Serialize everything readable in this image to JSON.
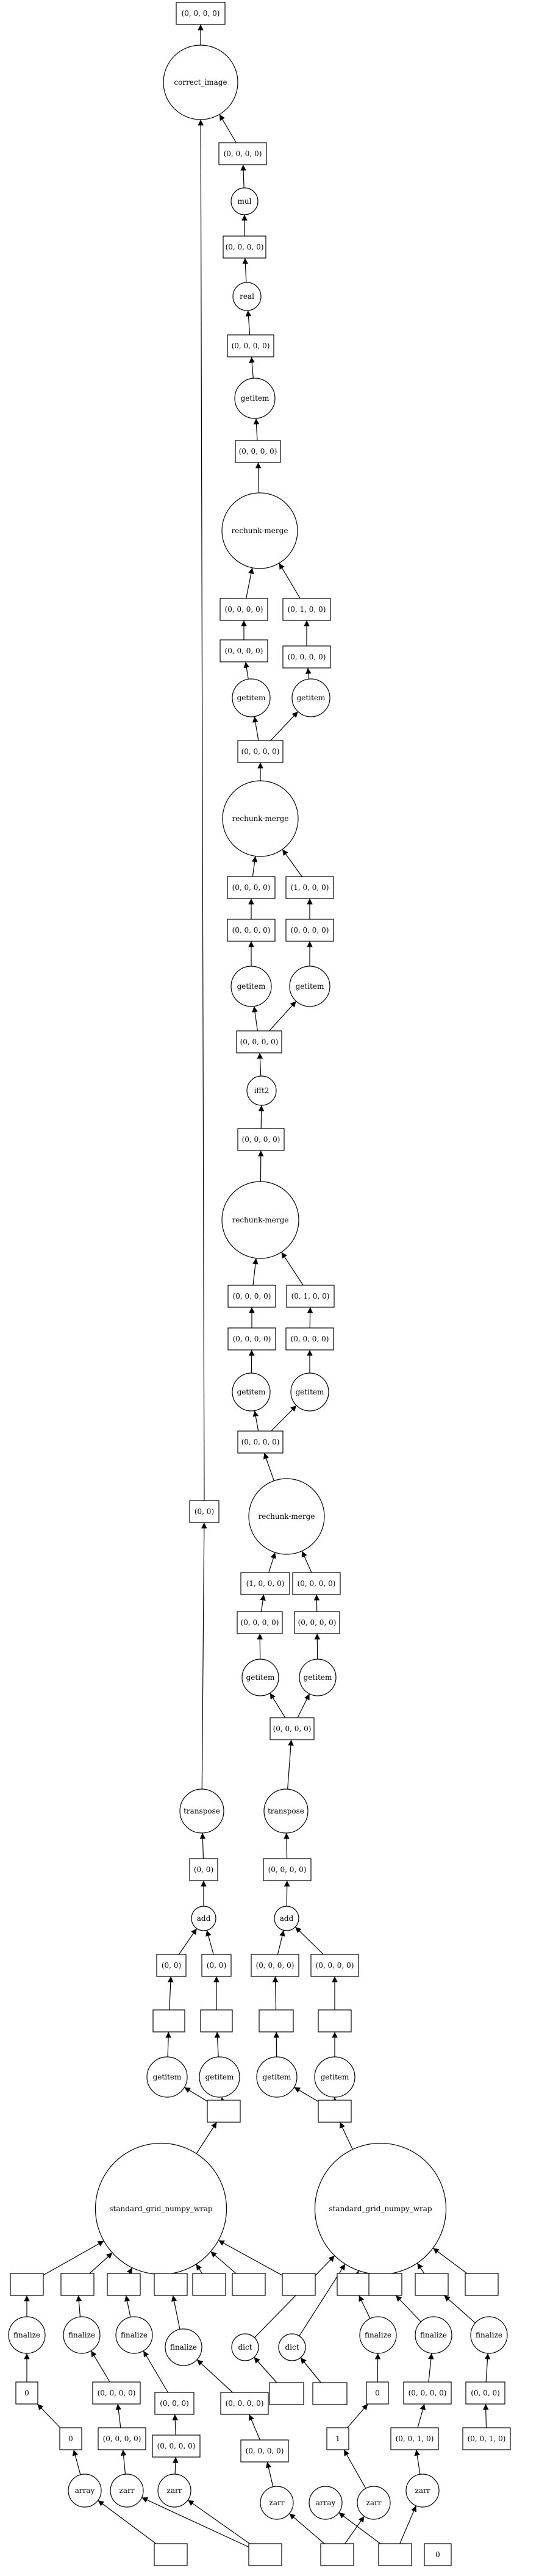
{
  "graph": {
    "nodes": [
      {
        "id": "n1",
        "shape": "box",
        "label": "(0, 0, 0, 0)"
      },
      {
        "id": "n2",
        "shape": "circle",
        "label": "correct_image"
      },
      {
        "id": "n3",
        "shape": "box",
        "label": "(0, 0, 0, 0)"
      },
      {
        "id": "n4",
        "shape": "circle",
        "label": "mul"
      },
      {
        "id": "n5",
        "shape": "box",
        "label": "(0, 0, 0, 0)"
      },
      {
        "id": "n6",
        "shape": "circle",
        "label": "real"
      },
      {
        "id": "n7",
        "shape": "box",
        "label": "(0, 0, 0, 0)"
      },
      {
        "id": "n8",
        "shape": "circle",
        "label": "getitem"
      },
      {
        "id": "n9",
        "shape": "box",
        "label": "(0, 0, 0, 0)"
      },
      {
        "id": "n10",
        "shape": "circle",
        "label": "rechunk-merge"
      },
      {
        "id": "n11",
        "shape": "box",
        "label": "(0, 0, 0, 0)"
      },
      {
        "id": "n12",
        "shape": "box",
        "label": "(0, 1, 0, 0)"
      },
      {
        "id": "n13",
        "shape": "box",
        "label": "(0, 0, 0, 0)"
      },
      {
        "id": "n14",
        "shape": "box",
        "label": "(0, 0, 0, 0)"
      },
      {
        "id": "n15",
        "shape": "circle",
        "label": "getitem"
      },
      {
        "id": "n16",
        "shape": "circle",
        "label": "getitem"
      },
      {
        "id": "n17",
        "shape": "box",
        "label": "(0, 0, 0, 0)"
      },
      {
        "id": "n18",
        "shape": "circle",
        "label": "rechunk-merge"
      },
      {
        "id": "n19",
        "shape": "box",
        "label": "(0, 0, 0, 0)"
      },
      {
        "id": "n20",
        "shape": "box",
        "label": "(1, 0, 0, 0)"
      },
      {
        "id": "n21",
        "shape": "box",
        "label": "(0, 0, 0, 0)"
      },
      {
        "id": "n22",
        "shape": "box",
        "label": "(0, 0, 0, 0)"
      },
      {
        "id": "n23",
        "shape": "circle",
        "label": "getitem"
      },
      {
        "id": "n24",
        "shape": "circle",
        "label": "getitem"
      },
      {
        "id": "n25",
        "shape": "box",
        "label": "(0, 0, 0, 0)"
      },
      {
        "id": "n26",
        "shape": "circle",
        "label": "ifft2"
      },
      {
        "id": "n27",
        "shape": "box",
        "label": "(0, 0, 0, 0)"
      },
      {
        "id": "n28",
        "shape": "circle",
        "label": "rechunk-merge"
      },
      {
        "id": "n29",
        "shape": "box",
        "label": "(0, 0, 0, 0)"
      },
      {
        "id": "n30",
        "shape": "box",
        "label": "(0, 1, 0, 0)"
      },
      {
        "id": "n31",
        "shape": "box",
        "label": "(0, 0, 0, 0)"
      },
      {
        "id": "n32",
        "shape": "box",
        "label": "(0, 0, 0, 0)"
      },
      {
        "id": "n33",
        "shape": "circle",
        "label": "getitem"
      },
      {
        "id": "n34",
        "shape": "circle",
        "label": "getitem"
      },
      {
        "id": "n35",
        "shape": "box",
        "label": "(0, 0, 0, 0)"
      },
      {
        "id": "n36",
        "shape": "box",
        "label": "(0, 0)"
      },
      {
        "id": "n37",
        "shape": "circle",
        "label": "rechunk-merge"
      },
      {
        "id": "n38",
        "shape": "box",
        "label": "(1, 0, 0, 0)"
      },
      {
        "id": "n39",
        "shape": "box",
        "label": "(0, 0, 0, 0)"
      },
      {
        "id": "n40",
        "shape": "box",
        "label": "(0, 0, 0, 0)"
      },
      {
        "id": "n41",
        "shape": "box",
        "label": "(0, 0, 0, 0)"
      },
      {
        "id": "n42",
        "shape": "circle",
        "label": "getitem"
      },
      {
        "id": "n43",
        "shape": "circle",
        "label": "getitem"
      },
      {
        "id": "n44",
        "shape": "box",
        "label": "(0, 0, 0, 0)"
      },
      {
        "id": "n45",
        "shape": "circle",
        "label": "transpose"
      },
      {
        "id": "n46",
        "shape": "circle",
        "label": "transpose"
      },
      {
        "id": "n47",
        "shape": "box",
        "label": "(0, 0)"
      },
      {
        "id": "n48",
        "shape": "box",
        "label": "(0, 0, 0, 0)"
      },
      {
        "id": "n49",
        "shape": "circle",
        "label": "add"
      },
      {
        "id": "n50",
        "shape": "circle",
        "label": "add"
      },
      {
        "id": "n51",
        "shape": "box",
        "label": "(0, 0)"
      },
      {
        "id": "n52",
        "shape": "box",
        "label": "(0, 0)"
      },
      {
        "id": "n53",
        "shape": "box",
        "label": "(0, 0, 0, 0)"
      },
      {
        "id": "n54",
        "shape": "box",
        "label": "(0, 0, 0, 0)"
      },
      {
        "id": "n55",
        "shape": "box",
        "label": ""
      },
      {
        "id": "n56",
        "shape": "box",
        "label": ""
      },
      {
        "id": "n57",
        "shape": "box",
        "label": ""
      },
      {
        "id": "n58",
        "shape": "box",
        "label": ""
      },
      {
        "id": "n59",
        "shape": "circle",
        "label": "getitem"
      },
      {
        "id": "n60",
        "shape": "circle",
        "label": "getitem"
      },
      {
        "id": "n61",
        "shape": "circle",
        "label": "getitem"
      },
      {
        "id": "n62",
        "shape": "circle",
        "label": "getitem"
      },
      {
        "id": "n63",
        "shape": "box",
        "label": ""
      },
      {
        "id": "n64",
        "shape": "box",
        "label": ""
      },
      {
        "id": "n65",
        "shape": "circle",
        "label": "standard_grid_numpy_wrap"
      },
      {
        "id": "n66",
        "shape": "circle",
        "label": "standard_grid_numpy_wrap"
      },
      {
        "id": "n67",
        "shape": "box",
        "label": ""
      },
      {
        "id": "n68",
        "shape": "box",
        "label": ""
      },
      {
        "id": "n69",
        "shape": "box",
        "label": ""
      },
      {
        "id": "n70",
        "shape": "box",
        "label": ""
      },
      {
        "id": "n71",
        "shape": "box",
        "label": ""
      },
      {
        "id": "n72",
        "shape": "box",
        "label": ""
      },
      {
        "id": "n73",
        "shape": "box",
        "label": ""
      },
      {
        "id": "n74",
        "shape": "box",
        "label": ""
      },
      {
        "id": "n75",
        "shape": "box",
        "label": ""
      },
      {
        "id": "n76",
        "shape": "box",
        "label": ""
      },
      {
        "id": "n77",
        "shape": "box",
        "label": ""
      },
      {
        "id": "n78",
        "shape": "circle",
        "label": "finalize"
      },
      {
        "id": "n79",
        "shape": "circle",
        "label": "finalize"
      },
      {
        "id": "n80",
        "shape": "circle",
        "label": "finalize"
      },
      {
        "id": "n81",
        "shape": "circle",
        "label": "finalize"
      },
      {
        "id": "n82",
        "shape": "circle",
        "label": "dict"
      },
      {
        "id": "n83",
        "shape": "circle",
        "label": "dict"
      },
      {
        "id": "n84",
        "shape": "circle",
        "label": "finalize"
      },
      {
        "id": "n85",
        "shape": "circle",
        "label": "finalize"
      },
      {
        "id": "n86",
        "shape": "circle",
        "label": "finalize"
      },
      {
        "id": "n87",
        "shape": "box",
        "label": "0"
      },
      {
        "id": "n88",
        "shape": "box",
        "label": "(0, 0, 0, 0)"
      },
      {
        "id": "n89",
        "shape": "box",
        "label": "(0, 0, 0)"
      },
      {
        "id": "n90",
        "shape": "box",
        "label": "(0, 0, 0, 0)"
      },
      {
        "id": "n91",
        "shape": "box",
        "label": ""
      },
      {
        "id": "n92",
        "shape": "box",
        "label": ""
      },
      {
        "id": "n93",
        "shape": "box",
        "label": "0"
      },
      {
        "id": "n94",
        "shape": "box",
        "label": "(0, 0, 0, 0)"
      },
      {
        "id": "n95",
        "shape": "box",
        "label": "(0, 0, 0, 0)"
      },
      {
        "id": "n96",
        "shape": "box",
        "label": "0"
      },
      {
        "id": "n97",
        "shape": "box",
        "label": "(0, 0, 0, 0)"
      },
      {
        "id": "n98",
        "shape": "box",
        "label": "(0, 0, 0)"
      },
      {
        "id": "n99",
        "shape": "box",
        "label": "(0, 0, 0, 0)"
      },
      {
        "id": "n100",
        "shape": "box",
        "label": "1"
      },
      {
        "id": "n101",
        "shape": "box",
        "label": "(0, 0, 1, 0)"
      },
      {
        "id": "n102",
        "shape": "box",
        "label": "(0, 0, 1, 0)"
      },
      {
        "id": "n103",
        "shape": "circle",
        "label": "array"
      },
      {
        "id": "n104",
        "shape": "circle",
        "label": "zarr"
      },
      {
        "id": "n105",
        "shape": "circle",
        "label": "zarr"
      },
      {
        "id": "n106",
        "shape": "circle",
        "label": "zarr"
      },
      {
        "id": "n107",
        "shape": "circle",
        "label": "array"
      },
      {
        "id": "n108",
        "shape": "circle",
        "label": "zarr"
      },
      {
        "id": "n109",
        "shape": "circle",
        "label": "zarr"
      },
      {
        "id": "n110",
        "shape": "box",
        "label": ""
      },
      {
        "id": "n111",
        "shape": "box",
        "label": ""
      },
      {
        "id": "n112",
        "shape": "box",
        "label": ""
      },
      {
        "id": "n113",
        "shape": "box",
        "label": ""
      },
      {
        "id": "n114",
        "shape": "box",
        "label": "0"
      }
    ]
  }
}
